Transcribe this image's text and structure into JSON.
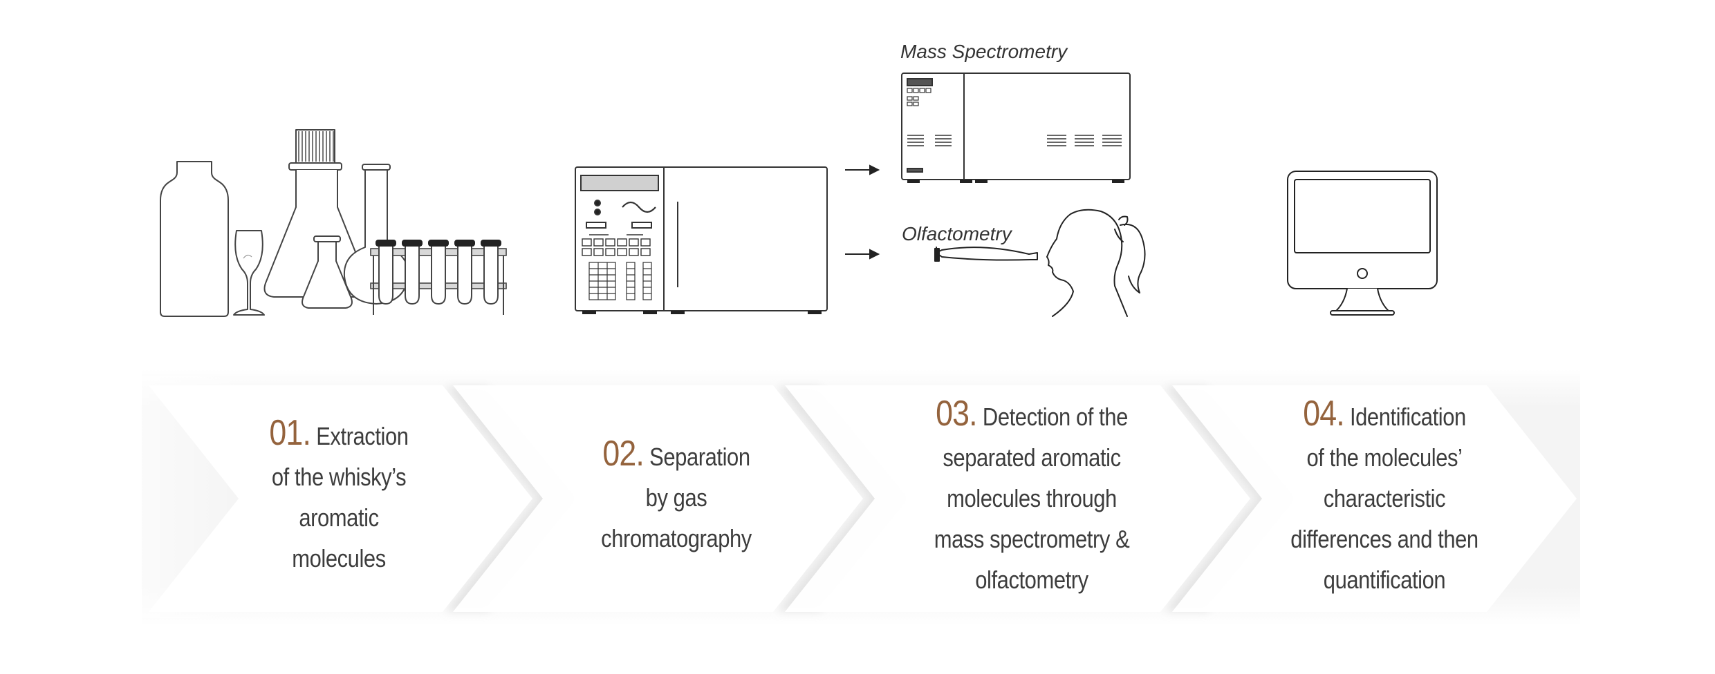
{
  "labels": {
    "mass_spectrometry": "Mass Spectrometry",
    "olfactometry": "Olfactometry"
  },
  "steps": [
    {
      "number": "01.",
      "lines": [
        "Extraction",
        "of the whisky’s",
        "aromatic",
        "molecules"
      ]
    },
    {
      "number": "02.",
      "lines": [
        "Separation",
        "by gas",
        "chromatography"
      ]
    },
    {
      "number": "03.",
      "lines": [
        "Detection of the",
        "separated aromatic",
        "molecules through",
        "mass spectrometry &",
        "olfactometry"
      ]
    },
    {
      "number": "04.",
      "lines": [
        "Identification",
        "of the molecules’",
        "characteristic",
        "differences and then",
        "quantification"
      ]
    }
  ],
  "colors": {
    "accent": "#94633d",
    "text": "#3d3d3d",
    "line_art": "#2b2b2b",
    "chevron_fill": "#ffffff",
    "chevron_shadow": "#e6e6e6"
  }
}
